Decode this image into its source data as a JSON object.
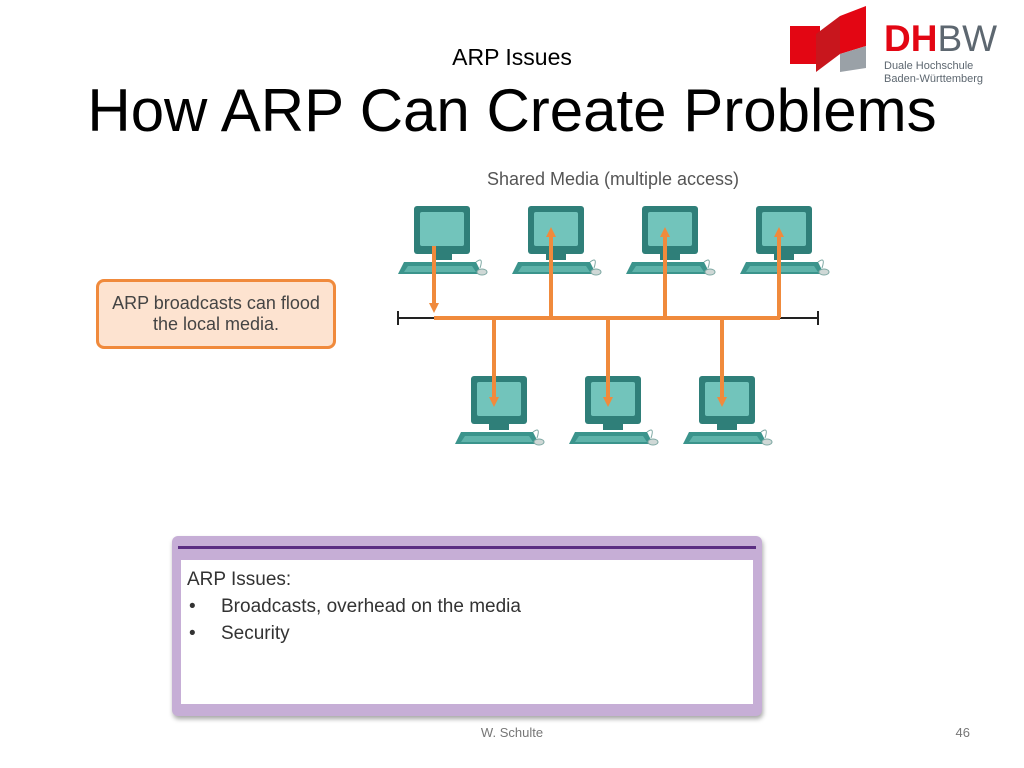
{
  "slide": {
    "subtitle": "ARP Issues",
    "title": "How ARP Can Create Problems"
  },
  "logo": {
    "dh": "DH",
    "bw": "BW",
    "line1": "Duale Hochschule",
    "line2": "Baden-Württemberg",
    "colors": {
      "red": "#e30613",
      "gray": "#5d6770"
    }
  },
  "diagram": {
    "caption": "Shared Media (multiple access)",
    "callout": "ARP broadcasts can flood the local media.",
    "colors": {
      "wire": "#f08a3c",
      "computer": "#4aa8a0",
      "callout_bg": "#fde3d0"
    }
  },
  "info_box": {
    "heading": "ARP Issues:",
    "items": [
      "Broadcasts, overhead on the media",
      "Security"
    ]
  },
  "footer": {
    "author": "W. Schulte",
    "page": "46"
  }
}
